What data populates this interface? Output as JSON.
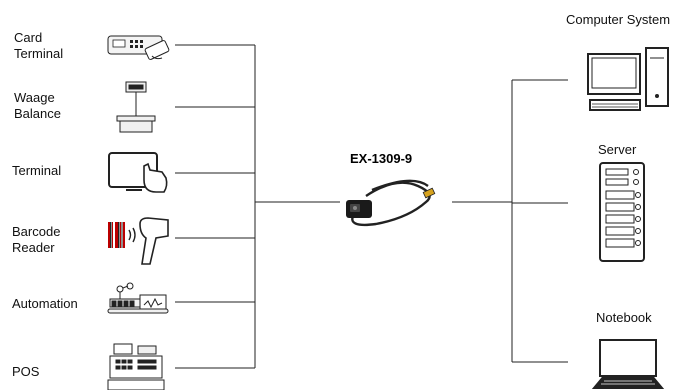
{
  "device": {
    "label": "EX-1309-9"
  },
  "left_devices": [
    {
      "label": "Card\nTerminal",
      "icon": "card-terminal-icon"
    },
    {
      "label": "Waage\nBalance",
      "icon": "scale-icon"
    },
    {
      "label": "Terminal",
      "icon": "touch-terminal-icon"
    },
    {
      "label": "Barcode\nReader",
      "icon": "barcode-scanner-icon"
    },
    {
      "label": "Automation",
      "icon": "conveyor-robot-icon"
    },
    {
      "label": "POS",
      "icon": "cash-register-icon"
    }
  ],
  "right_devices": [
    {
      "label": "Computer System",
      "icon": "desktop-computer-icon"
    },
    {
      "label": "Server",
      "icon": "server-rack-icon"
    },
    {
      "label": "Notebook",
      "icon": "laptop-icon"
    }
  ]
}
